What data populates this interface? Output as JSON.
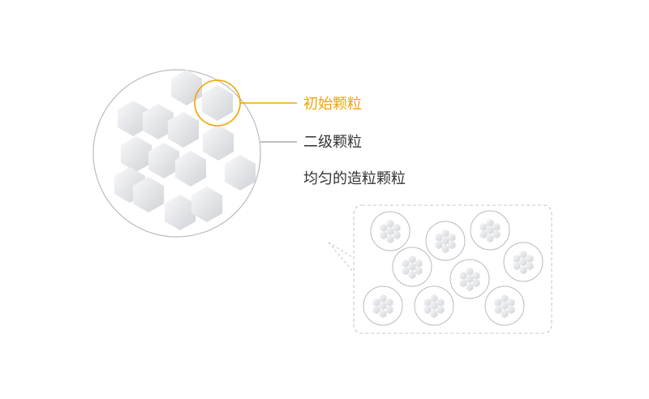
{
  "labels": {
    "primary_particle": "初始颗粒",
    "secondary_particle": "二级颗粒",
    "uniform_granule": "均匀的造粒颗粒"
  },
  "colors": {
    "primary_accent": "#f0a500",
    "label_text": "#333333",
    "outline": "#bbbbbb",
    "dashed_box": "#c8c8c8",
    "hex_light": "#f9f9fa",
    "hex_dark": "#cfd2d7",
    "background": "#ffffff"
  },
  "icons": {
    "particle": "hexagon-particle-icon",
    "granule": "circle-granule-icon"
  }
}
